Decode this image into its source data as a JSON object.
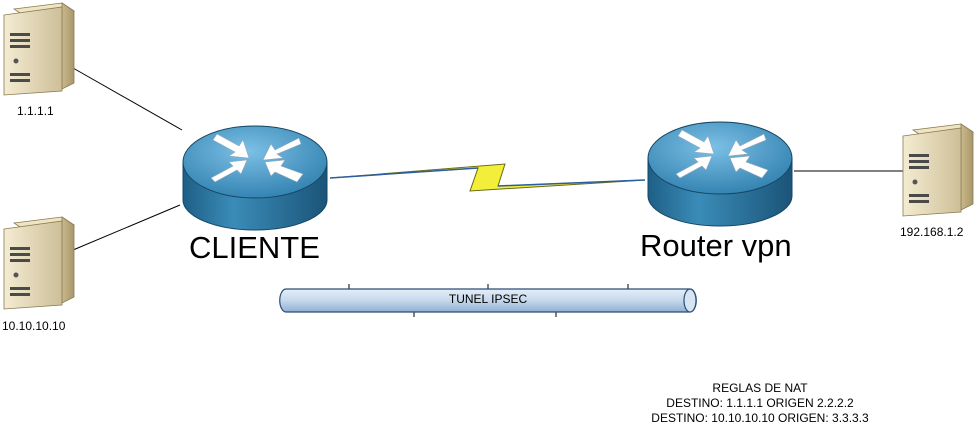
{
  "devices": {
    "server_top_left": {
      "label": "1.1.1.1"
    },
    "server_bottom_left": {
      "label": "10.10.10.10"
    },
    "server_right": {
      "label": "192.168.1.2"
    },
    "router_left": {
      "label": "CLIENTE"
    },
    "router_right": {
      "label": "Router vpn"
    }
  },
  "tunnel": {
    "label": "TUNEL IPSEC"
  },
  "nat_rules": {
    "title": "REGLAS DE NAT",
    "rules": [
      "DESTINO: 1.1.1.1 ORIGEN 2.2.2.2",
      "DESTINO: 10.10.10.10 ORIGEN: 3.3.3.3"
    ]
  },
  "colors": {
    "router_blue": "#3a8cb8",
    "tunnel_fill": "#c5d8ec",
    "lightning_yellow": "#f2ee3a",
    "server_beige": "#d8c9a0"
  }
}
